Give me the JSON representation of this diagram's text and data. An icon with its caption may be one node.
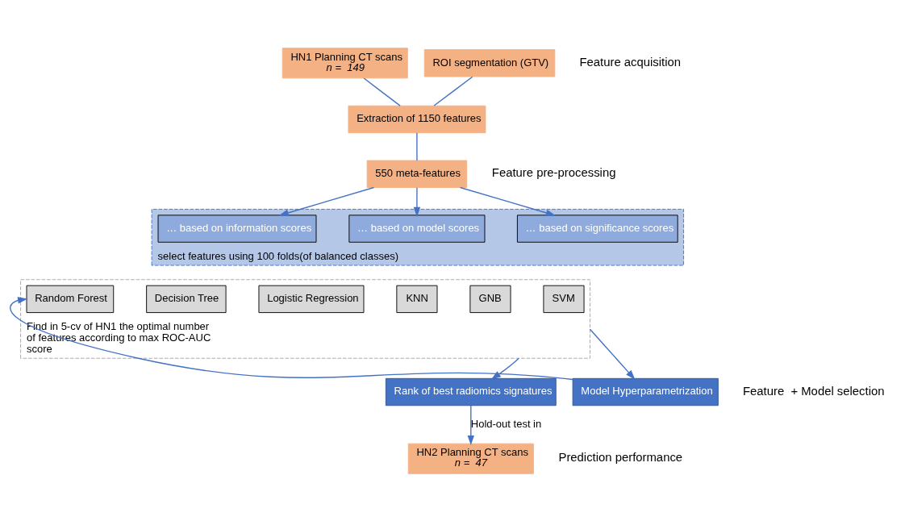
{
  "diagram": {
    "nodes": [
      {
        "text": [
          "HN1 Planning CT scans",
          "n =  149"
        ]
      },
      {
        "text": [
          "ROI segmentation (GTV)"
        ]
      },
      {
        "text": [
          "Extraction of 1150 features"
        ]
      },
      {
        "text": [
          "550 meta-features"
        ]
      },
      {
        "text": [
          "select features using 100 folds(of balanced classes)"
        ]
      },
      {
        "text": [
          "… based on information scores"
        ],
        "in": 4
      },
      {
        "text": [
          "… based on model scores"
        ],
        "in": 4
      },
      {
        "text": [
          "… based on significance scores"
        ],
        "in": 4
      },
      {
        "text": [
          "Find in 5-cv of HN1 the optimal number of features according to max ROC-AUC score"
        ]
      },
      {
        "text": [
          "Random Forest"
        ],
        "in": 8
      },
      {
        "text": [
          "Decision Tree"
        ],
        "in": 8
      },
      {
        "text": [
          "Logistic Regression"
        ],
        "in": 8
      },
      {
        "text": [
          "KNN"
        ],
        "in": 8
      },
      {
        "text": [
          "GNB"
        ],
        "in": 8
      },
      {
        "text": [
          "SVM"
        ],
        "in": 8
      },
      {
        "text": [
          "Rank of best radiomics signatures"
        ]
      },
      {
        "text": [
          "HN2 Planning CT scans",
          "n =  47"
        ]
      },
      {
        "text": [
          "Model Hyperparametrization"
        ]
      }
    ],
    "edges": [
      {
        "from": 0,
        "to": 2,
        "arrow": "none"
      },
      {
        "from": 1,
        "to": 2,
        "arrow": "none"
      },
      {
        "from": 2,
        "to": 3,
        "arrow": "none"
      },
      {
        "from": 3,
        "to": 5,
        "arrow": "to"
      },
      {
        "from": 3,
        "to": 6,
        "arrow": "to"
      },
      {
        "from": 3,
        "to": 7,
        "arrow": "to"
      },
      {
        "from": 8,
        "to": 15,
        "arrow": "to"
      },
      {
        "from": 15,
        "to": 16,
        "arrow": "to",
        "label": "Hold-out test in"
      },
      {
        "from": 8,
        "to": 17,
        "arrow": "to"
      },
      {
        "from": 17,
        "to": 9,
        "arrow": "to"
      }
    ],
    "labels": [
      "Feature acquisition",
      "Feature pre-processing",
      "Feature  + Model selection",
      "Prediction performance"
    ]
  }
}
